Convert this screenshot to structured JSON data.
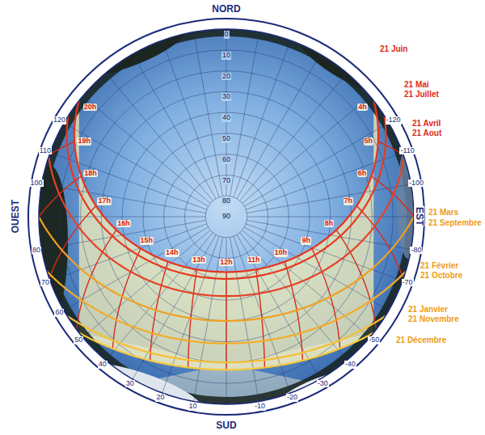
{
  "diagram": {
    "labels": [
      "NORD",
      "OUEST",
      "EST",
      "SUD",
      "0",
      "10",
      "20",
      "30",
      "40",
      "50",
      "60",
      "70",
      "80",
      "90",
      "120",
      "110",
      "100",
      "80",
      "70",
      "60",
      "50",
      "40",
      "30",
      "20",
      "10",
      "-10",
      "-20",
      "-30",
      "-40",
      "-50",
      "-70",
      "-80",
      "-100",
      "-110",
      "-120",
      "4h",
      "5h",
      "6h",
      "7h",
      "8h",
      "9h",
      "10h",
      "11h",
      "12h",
      "13h",
      "14h",
      "15h",
      "16h",
      "17h",
      "18h",
      "19h",
      "20h",
      "21 Juin",
      "21 Mai",
      "21 Juillet",
      "21 Avril",
      "21 Aout",
      "21 Mars",
      "21 Septembre",
      "21 Février",
      "21 Octobre",
      "21 Janvier",
      "21 Novembre",
      "21 Décembre"
    ]
  }
}
